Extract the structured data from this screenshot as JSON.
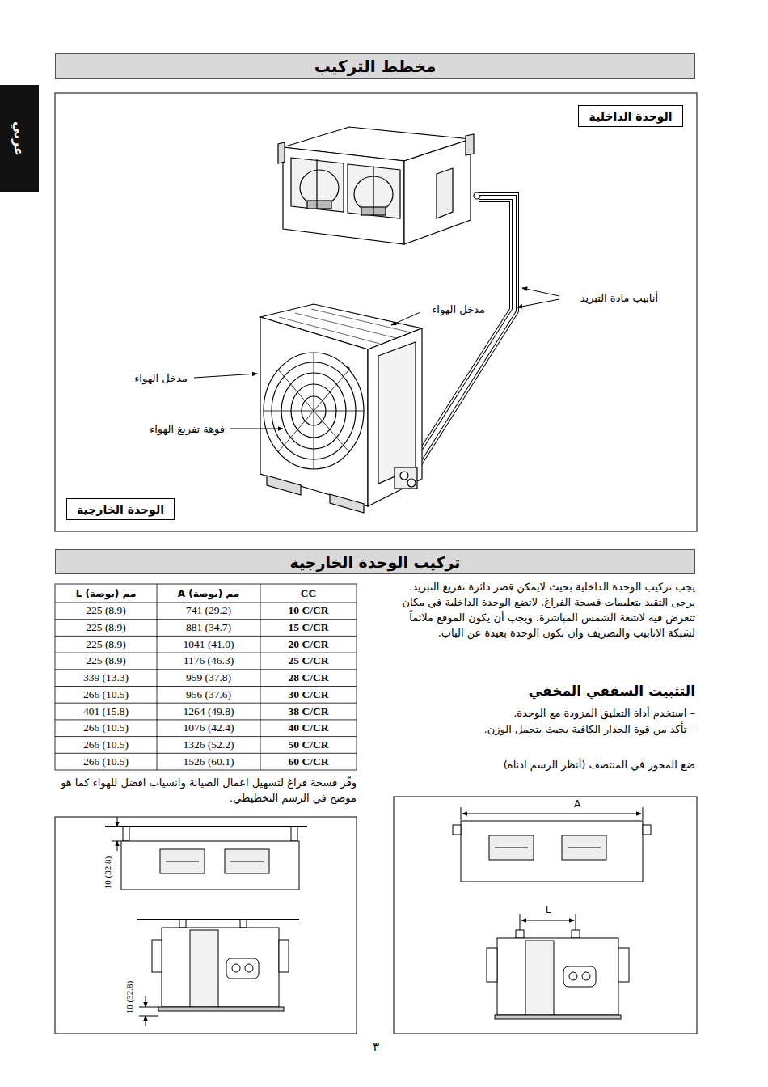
{
  "diagram": {
    "title": "مخطط التركيب",
    "nodes": [
      {
        "text": [
          "عربي"
        ]
      },
      {
        "text": [
          "الوحدة الداخلية"
        ]
      },
      {
        "text": [
          "الوحدة الخارجية"
        ]
      },
      {
        "text": [
          "تركيب الوحدة الخارجية"
        ]
      }
    ],
    "labels": [
      "أنابيب مادة التبريد",
      "مدخل الهواء",
      "مدخل الهواء",
      "فوهة تفريغ الهواء",
      "يجب تركيب الوحدة الداخلية بحيث لايمكن قصر دائرة تفريغ التبريد. يرجى التقيد بتعليمات فسحة الفراغ. لاتضع الوحدة الداخلية في مكان تتعرض فيه لاشعة الشمس المباشرة. ويجب أن يكون الموقع ملائماً لشبكة الانابيب والتصريف وان تكون الوحدة بعيدة عن الباب.",
      "التثبيت السقفي المخفي",
      "– استخدم أداة التعليق المزودة مع الوحدة.",
      "– تأكد من قوة الجدار الكافية بحيث يتحمل الوزن.",
      "ضع المحور في المنتصف (أنظر الرسم ادناه)",
      "وفّر فسحة فراغ لتسهيل اعمال الصيانة وانسياب افضل للهواء كما هو موضح في الرسم التخطيطي.",
      "10 (32.8)",
      "10 (32.8)",
      "A",
      "L",
      "٣",
      "CC",
      "A مم (بوصة)",
      "L مم (بوصة)",
      "10 C/CR",
      "741 (29.2)",
      "225 (8.9)",
      "15 C/CR",
      "881 (34.7)",
      "225 (8.9)",
      "20 C/CR",
      "1041 (41.0)",
      "225 (8.9)",
      "25 C/CR",
      "1176 (46.3)",
      "225 (8.9)",
      "28 C/CR",
      "959 (37.8)",
      "339 (13.3)",
      "30 C/CR",
      "956 (37.6)",
      "266 (10.5)",
      "38 C/CR",
      "1264 (49.8)",
      "401 (15.8)",
      "40 C/CR",
      "1076 (42.4)",
      "266 (10.5)",
      "50 C/CR",
      "1326 (52.2)",
      "266 (10.5)",
      "60 C/CR",
      "1526 (60.1)",
      "266 (10.5)"
    ]
  }
}
